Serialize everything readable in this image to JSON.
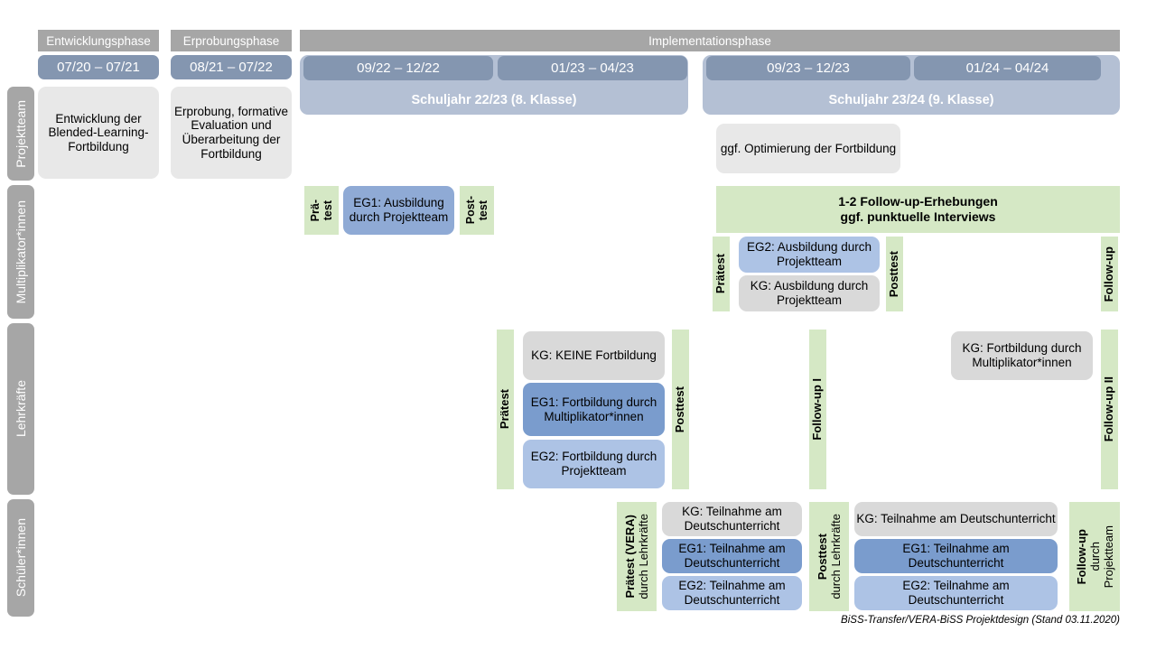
{
  "phases": [
    {
      "label": "Entwicklungsphase"
    },
    {
      "label": "Erprobungsphase"
    },
    {
      "label": "Implementationsphase"
    }
  ],
  "dates": {
    "d1": "07/20 – 07/21",
    "d2": "08/21 – 07/22",
    "d3": "09/22 – 12/22",
    "d4": "01/23 – 04/23",
    "d5": "09/23 – 12/23",
    "d6": "01/24 – 04/24"
  },
  "school_years": {
    "y1": "Schuljahr 22/23 (8. Klasse)",
    "y2": "Schuljahr 23/24 (9. Klasse)"
  },
  "roles": {
    "projektteam": "Projektteam",
    "multiplikatoren": "Multiplikator*innen",
    "lehrkraefte": "Lehrkräfte",
    "schueler": "Schüler*innen"
  },
  "projektteam_row": {
    "entwicklung": "Entwicklung der Blended-Learning-Fortbildung",
    "erprobung": "Erprobung, formative Evaluation und Überarbeitung der Fortbildung",
    "optimierung": "ggf. Optimierung der Fortbildung"
  },
  "multiplikatoren_row": {
    "praetest_l1": "Prä-",
    "praetest_l2": "test",
    "posttest_l1": "Post-",
    "posttest_l2": "test",
    "eg1": "EG1: Ausbildung durch Projektteam",
    "followup_band_l1": "1-2 Follow-up-Erhebungen",
    "followup_band_l2": "ggf. punktuelle Interviews",
    "praetest2": "Prätest",
    "posttest2": "Posttest",
    "followup": "Follow-up",
    "eg2": "EG2: Ausbildung durch Projektteam",
    "kg": "KG: Ausbildung durch Projektteam"
  },
  "lehrkraefte_row": {
    "praetest": "Prätest",
    "posttest": "Posttest",
    "followup1": "Follow-up I",
    "followup2": "Follow-up II",
    "kg_keine": "KG:  KEINE Fortbildung",
    "eg1": "EG1: Fortbildung durch Multiplikator*innen",
    "eg2": "EG2: Fortbildung durch Projektteam",
    "kg_fortbildung": "KG: Fortbildung durch Multiplikator*innen"
  },
  "schueler_row": {
    "praetest_bold": "Prätest (VERA)",
    "praetest_sub": "durch Lehrkräfte",
    "posttest_bold": "Posttest",
    "posttest_sub": "durch Lehrkräfte",
    "followup_bold": "Follow-up",
    "followup_sub1": "durch",
    "followup_sub2": "Projektteam",
    "left": {
      "kg": "KG: Teilnahme am Deutschunterricht",
      "eg1": "EG1: Teilnahme am Deutschunterricht",
      "eg2": "EG2: Teilnahme am Deutschunterricht"
    },
    "right": {
      "kg": "KG: Teilnahme am Deutschunterricht",
      "eg1": "EG1: Teilnahme am Deutschunterricht",
      "eg2": "EG2: Teilnahme am Deutschunterricht"
    }
  },
  "footer": "BiSS-Transfer/VERA-BiSS Projektdesign (Stand 03.11.2020)",
  "colors": {
    "grey_header": "#a6a6a6",
    "date_chip": "#8496b0",
    "school_year": "#b4c0d4",
    "green": "#d5e8c5",
    "grey_light": "#e8e8e8",
    "grey_box": "#d9d9d9",
    "blue_mid": "#8faad5",
    "blue_dark": "#7a9ccd",
    "blue_light": "#adc3e5"
  }
}
